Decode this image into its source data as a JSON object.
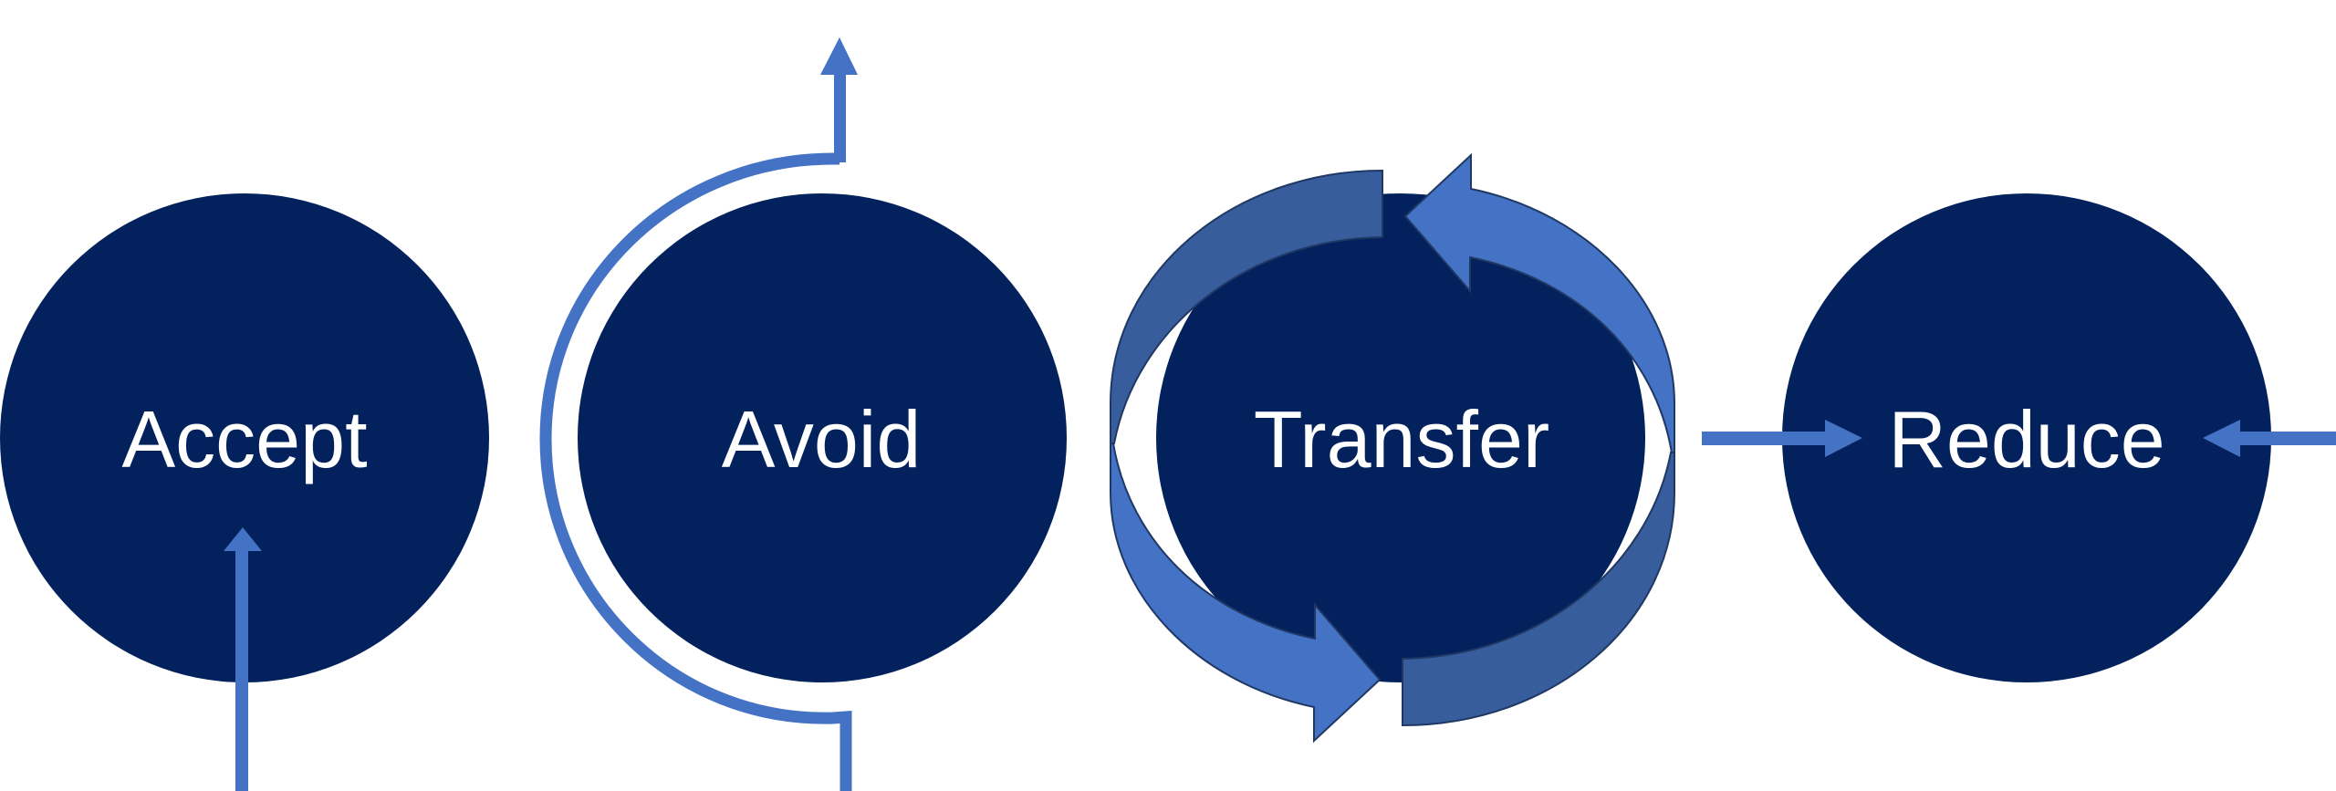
{
  "diagram": {
    "stages": [
      {
        "label": "Accept"
      },
      {
        "label": "Avoid"
      },
      {
        "label": "Transfer"
      },
      {
        "label": "Reduce"
      }
    ]
  },
  "colors": {
    "circle": "#03215c",
    "arrow": "#4472c4",
    "arrow_dark": "#385d9c",
    "outline": "#1f3864"
  }
}
